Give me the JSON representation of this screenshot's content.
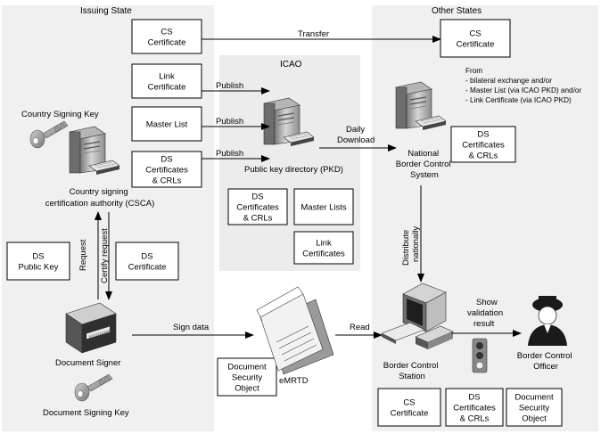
{
  "regions": {
    "issuing_state": "Issuing State",
    "icao": "ICAO",
    "other_states": "Other States"
  },
  "boxes": {
    "cs_cert_issuing": [
      "CS",
      "Certificate"
    ],
    "link_cert_issuing": [
      "Link",
      "Certificate"
    ],
    "master_list_issuing": [
      "Master List"
    ],
    "ds_certs_issuing": [
      "DS",
      "Certificates",
      "& CRLs"
    ],
    "ds_certs_pkd": [
      "DS",
      "Certificates",
      "& CRLs"
    ],
    "master_lists_pkd": [
      "Master Lists"
    ],
    "link_certs_pkd": [
      "Link",
      "Certificates"
    ],
    "ds_public_key": [
      "DS",
      "Public Key"
    ],
    "ds_certificate": [
      "DS",
      "Certificate"
    ],
    "document_security_object": [
      "Document",
      "Security",
      "Object"
    ],
    "cs_cert_other": [
      "CS",
      "Certificate"
    ],
    "ds_certs_other": [
      "DS",
      "Certificates",
      "& CRLs"
    ],
    "bottom_cs_cert": [
      "CS",
      "Certificate"
    ],
    "bottom_ds_certs": [
      "DS",
      "Certificates",
      "& CRLs"
    ],
    "bottom_dso": [
      "Document",
      "Security",
      "Object"
    ]
  },
  "labels": {
    "country_signing_key": "Country Signing Key",
    "csca": [
      "Country signing",
      "certification authority (CSCA)"
    ],
    "pkd": "Public key directory (PKD)",
    "nbcs": [
      "National",
      "Border Control",
      "System"
    ],
    "from_note": [
      "From",
      "- bilateral exchange and/or",
      "- Master List (via ICAO PKD) and/or",
      "- Link Certificate (via ICAO PKD)"
    ],
    "document_signer": "Document Signer",
    "document_signing_key": "Document Signing Key",
    "emrtd": "eMRTD",
    "bcs": [
      "Border Control",
      "Station"
    ],
    "bco": [
      "Border Control",
      "Officer"
    ]
  },
  "arrows": {
    "transfer": "Transfer",
    "publish": "Publish",
    "daily_download": [
      "Daily",
      "Download"
    ],
    "request": "Request",
    "certify_request": "Certify request",
    "sign_data": "Sign data",
    "read": "Read",
    "distribute_nationally": [
      "Distribute",
      "nationally"
    ],
    "show_validation_result": [
      "Show",
      "validation",
      "result"
    ]
  }
}
